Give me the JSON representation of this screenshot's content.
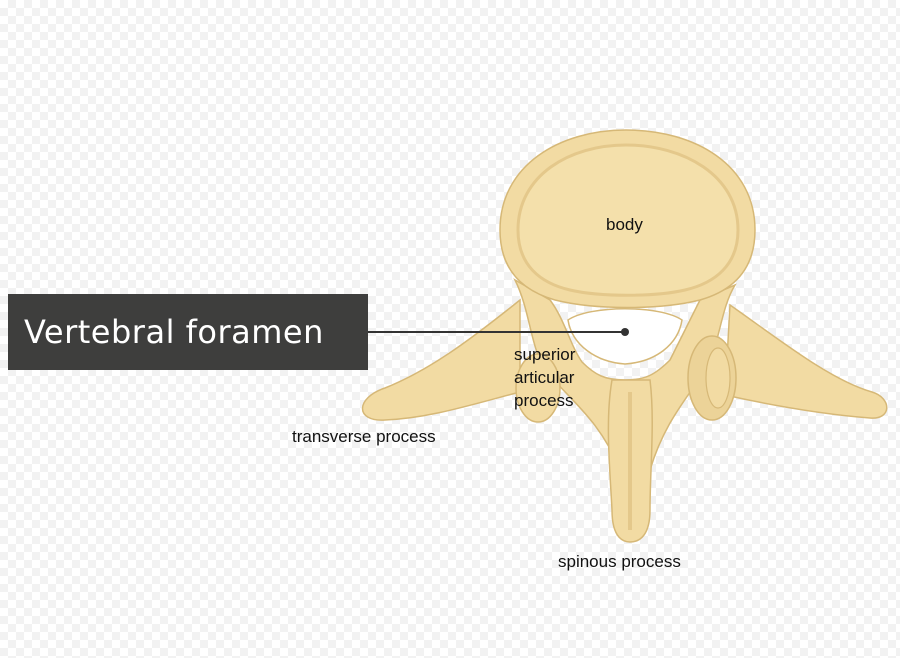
{
  "callout": {
    "title": "Vertebral foramen"
  },
  "labels": {
    "body": "body",
    "superior_articular": [
      "superior",
      "articular",
      "process"
    ],
    "transverse": "transverse process",
    "spinous": "spinous process"
  },
  "colors": {
    "bone": "#f2dba3",
    "bone_shade": "#e4c88b",
    "bone_outline": "#d6b877",
    "callout_bg": "#3e3e3d",
    "leader_line": "#333333"
  }
}
